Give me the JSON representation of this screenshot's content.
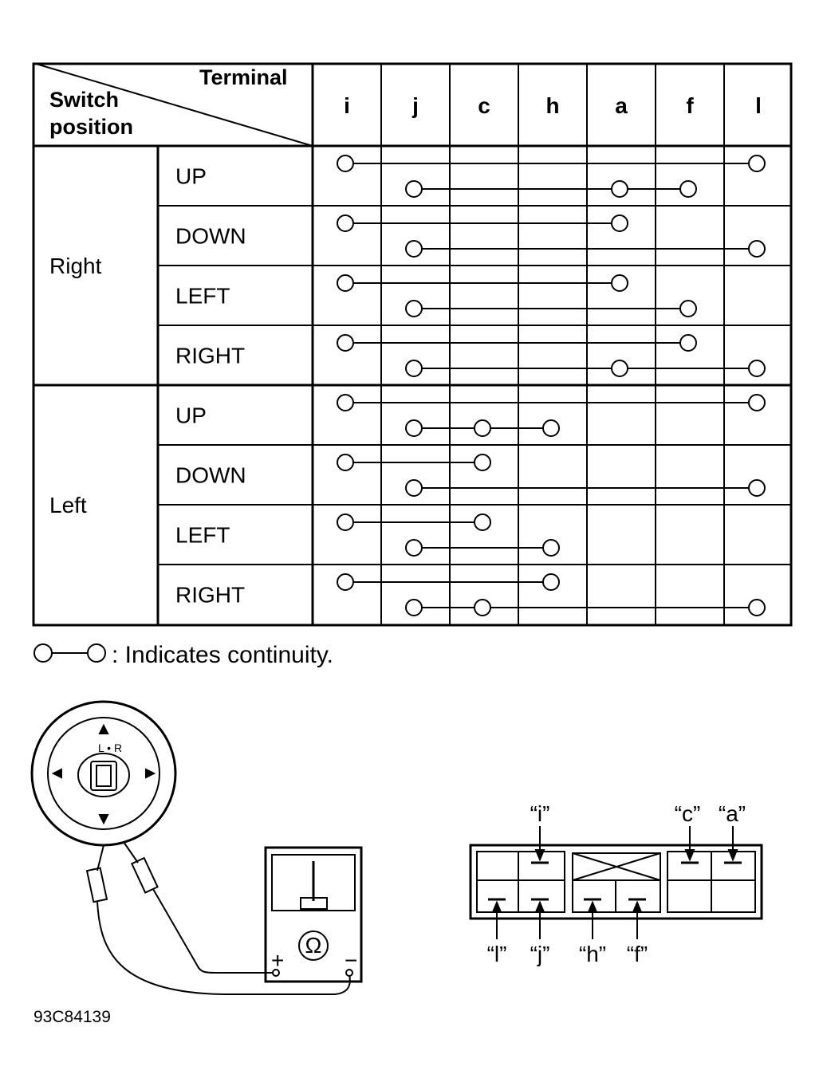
{
  "table": {
    "header_terminal": "Terminal",
    "header_switch": "Switch",
    "header_position": "position",
    "terminals": [
      "i",
      "j",
      "c",
      "h",
      "a",
      "f",
      "l"
    ],
    "groups": [
      {
        "label": "Right",
        "rows": [
          {
            "label": "UP",
            "top": [
              "i",
              "l"
            ],
            "bottom": [
              "j",
              "a",
              "f"
            ]
          },
          {
            "label": "DOWN",
            "top": [
              "i",
              "a"
            ],
            "bottom": [
              "j",
              "l"
            ]
          },
          {
            "label": "LEFT",
            "top": [
              "i",
              "a"
            ],
            "bottom": [
              "j",
              "f"
            ]
          },
          {
            "label": "RIGHT",
            "top": [
              "i",
              "f"
            ],
            "bottom": [
              "j",
              "a",
              "l"
            ]
          }
        ]
      },
      {
        "label": "Left",
        "rows": [
          {
            "label": "UP",
            "top": [
              "i",
              "l"
            ],
            "bottom": [
              "j",
              "c",
              "h"
            ]
          },
          {
            "label": "DOWN",
            "top": [
              "i",
              "c"
            ],
            "bottom": [
              "j",
              "l"
            ]
          },
          {
            "label": "LEFT",
            "top": [
              "i",
              "c"
            ],
            "bottom": [
              "j",
              "h"
            ]
          },
          {
            "label": "RIGHT",
            "top": [
              "i",
              "h"
            ],
            "bottom": [
              "j",
              "c",
              "l"
            ]
          }
        ]
      }
    ]
  },
  "legend": {
    "text": ": Indicates continuity."
  },
  "switch_diagram": {
    "lr_label": "L • R",
    "ohm_symbol": "Ω",
    "plus": "+",
    "minus": "−"
  },
  "connector": {
    "top_labels": [
      "“i”",
      "“c”",
      "“a”"
    ],
    "bottom_labels": [
      "“l”",
      "“j”",
      "“h”",
      "“f”"
    ]
  },
  "figure_code": "93C84139"
}
